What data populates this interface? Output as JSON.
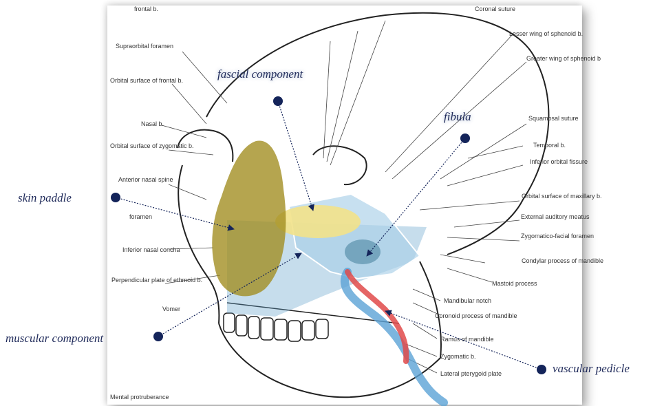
{
  "callouts": {
    "fascial": "fascial component",
    "fibula": "fibula",
    "skin": "skin paddle",
    "muscular": "muscular component",
    "vascular": "vascular pedicle"
  },
  "anatomy_labels": {
    "frontal": "frontal b.",
    "coronal": "Coronal suture",
    "supraorbital": "Supraorbital foramen",
    "orbital_frontal": "Orbital surface of frontal b.",
    "nasal": "Nasal b.",
    "orbital_zygomatic": "Orbital surface of zygomatic b.",
    "anterior_nasal": "Anterior nasal spine",
    "foramen": "foramen",
    "inferior_nasal": "Inferior nasal concha",
    "perpendicular": "Perpendicular plate of ethmoid b.",
    "vomer": "Vomer",
    "mental": "Mental protruberance",
    "lesser_wing": "Lesser wing of sphenoid b.",
    "greater_wing": "Greater wing of sphenoid b",
    "squamosal": "Squamosal suture",
    "temporal": "Temporal b.",
    "inferior_orbital": "Inferior orbital fissure",
    "orbital_maxillary": "Orbital surface of maxillary b.",
    "external_auditory": "External auditory meatus",
    "zygomatico": "Zygomatico-facial foramen",
    "condylar": "Condylar process of mandible",
    "mastoid": "Mastoid process",
    "mandibular_notch": "Mandibular notch",
    "coronoid": "Coronoid process of mandible",
    "ramus": "Ramus of mandible",
    "zygomatic": "Zygomatic b.",
    "lateral_pterygoid": "Lateral pterygoid plate"
  },
  "colors": {
    "dot": "#14245a",
    "skin_paddle": "#a08c1e",
    "fascial": "#f2e28a",
    "fibula": "#a9d0e8",
    "muscle_blue": "#5c9ec9",
    "artery": "#e04a4a"
  }
}
